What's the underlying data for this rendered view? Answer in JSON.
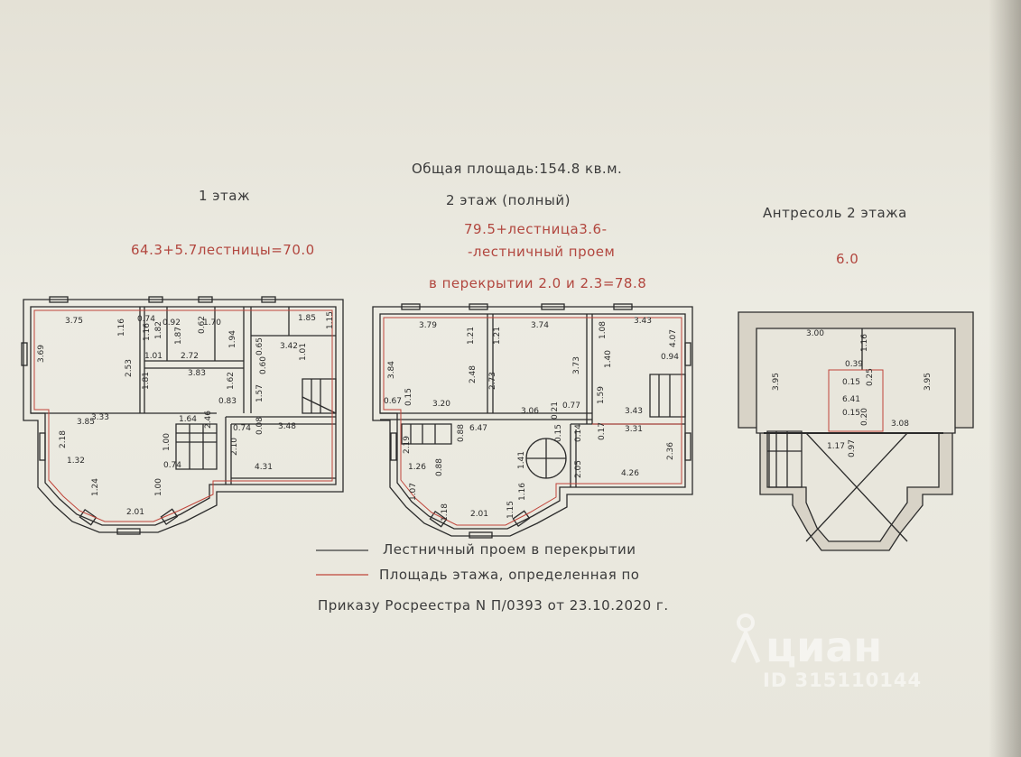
{
  "titles": {
    "total_area": "Общая площадь:154.8 кв.м.",
    "floor1": "1 этаж",
    "floor2": "2 этаж (полный)",
    "mezzanine": "Антресоль 2 этажа"
  },
  "areas": {
    "floor1": "64.3+5.7лестницы=70.0",
    "floor2_line1": "79.5+лестница3.6-",
    "floor2_line2": "-лестничный проем",
    "floor2_line3": "в перекрытии 2.0 и 2.3=78.8",
    "mezzanine": "6.0"
  },
  "legend": {
    "stair_opening": "Лестничный проем в перекрытии",
    "floor_area_line1": "Площадь этажа, определенная по",
    "floor_area_line2": "Приказу Росреестра N П/0393 от 23.10.2020 г."
  },
  "watermark": {
    "brand": "циан",
    "id": "ID 315110144"
  },
  "colors": {
    "plan_line": "#2b2b2b",
    "area_line": "#c0443a",
    "red_text": "#b2473f"
  },
  "plan_dimensions": {
    "floor1": [
      "3.75",
      "0.74",
      "0.92",
      "1.70",
      "1.85",
      "1.15",
      "1.16",
      "1.16",
      "1.82",
      "0.62",
      "1.87",
      "1.94",
      "0.65",
      "3.42",
      "1.01",
      "3.69",
      "2.53",
      "2.72",
      "1.01",
      "3.83",
      "0.60",
      "1.62",
      "1.81",
      "1.57",
      "0.83",
      "3.85",
      "3.33",
      "1.64",
      "2.46",
      "0.74",
      "0.08",
      "3.48",
      "2.18",
      "1.00",
      "2.10",
      "1.32",
      "0.74",
      "4.31",
      "1.24",
      "1.00",
      "2.01"
    ],
    "floor2": [
      "3.79",
      "3.74",
      "3.43",
      "1.08",
      "1.21",
      "1.21",
      "4.07",
      "1.40",
      "0.94",
      "3.84",
      "2.48",
      "2.73",
      "3.73",
      "1.59",
      "0.67",
      "0.15",
      "3.20",
      "3.06",
      "0.21",
      "0.77",
      "3.43",
      "0.88",
      "6.47",
      "0.17",
      "3.31",
      "2.19",
      "0.15",
      "0.14",
      "1.41",
      "2.36",
      "2.05",
      "1.26",
      "0.88",
      "1.16",
      "4.26",
      "1.07",
      "1.18",
      "2.01",
      "1.15"
    ],
    "mezzanine": [
      "3.00",
      "1.16",
      "0.39",
      "0.15",
      "0.25",
      "3.95",
      "3.95",
      "6.41",
      "0.15",
      "0.20",
      "3.08",
      "1.17",
      "0.97"
    ]
  }
}
